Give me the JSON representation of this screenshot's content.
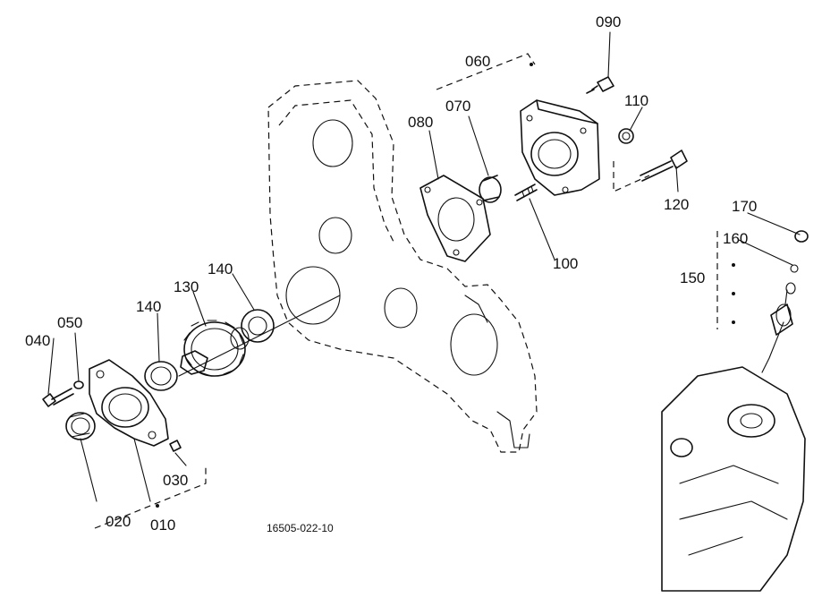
{
  "diagram": {
    "drawing_number": "16505-022-10",
    "callouts": {
      "c010": "010",
      "c020": "020",
      "c030": "030",
      "c040": "040",
      "c050": "050",
      "c060": "060",
      "c070": "070",
      "c080": "080",
      "c090": "090",
      "c100": "100",
      "c110": "110",
      "c120": "120",
      "c130": "130",
      "c140a": "140",
      "c140b": "140",
      "c150": "150",
      "c160": "160",
      "c170": "170"
    }
  }
}
